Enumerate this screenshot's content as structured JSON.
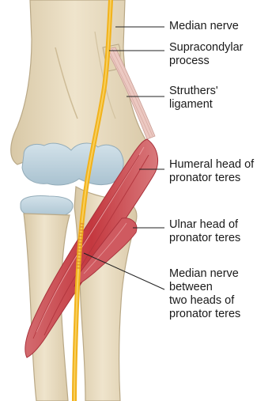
{
  "labels": {
    "median_nerve": "Median nerve",
    "supracondylar": [
      "Supracondylar",
      "process"
    ],
    "struthers": [
      "Struthers'",
      "ligament"
    ],
    "humeral_head": [
      "Humeral head of",
      "pronator teres"
    ],
    "ulnar_head": [
      "Ulnar head of",
      "pronator teres"
    ],
    "between_heads": [
      "Median nerve",
      "between",
      "two heads of",
      "pronator teres"
    ]
  },
  "colors": {
    "bone": "#e9dcc0",
    "bone_edge": "#b9a886",
    "cartilage": "#c5d8e2",
    "muscle": "#c9484f",
    "muscle_light": "#e6a0a2",
    "nerve": "#f2b21b",
    "ligament": "#ecc9c2"
  }
}
